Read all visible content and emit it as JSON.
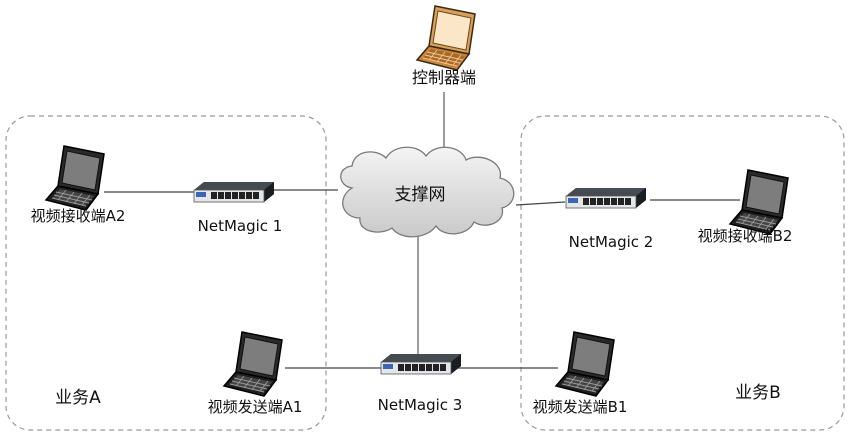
{
  "diagram": {
    "cloud_label": "支撑网",
    "zones": [
      {
        "id": "A",
        "label": "业务A"
      },
      {
        "id": "B",
        "label": "业务B"
      }
    ],
    "devices": {
      "controller": {
        "label": "控制器端"
      },
      "switch_1": {
        "label": "NetMagic 1"
      },
      "switch_2": {
        "label": "NetMagic 2"
      },
      "switch_3": {
        "label": "NetMagic 3"
      },
      "receiver_a2": {
        "label": "视频接收端A2"
      },
      "receiver_b2": {
        "label": "视频接收端B2"
      },
      "sender_a1": {
        "label": "视频发送端A1"
      },
      "sender_b1": {
        "label": "视频发送端B1"
      }
    }
  }
}
